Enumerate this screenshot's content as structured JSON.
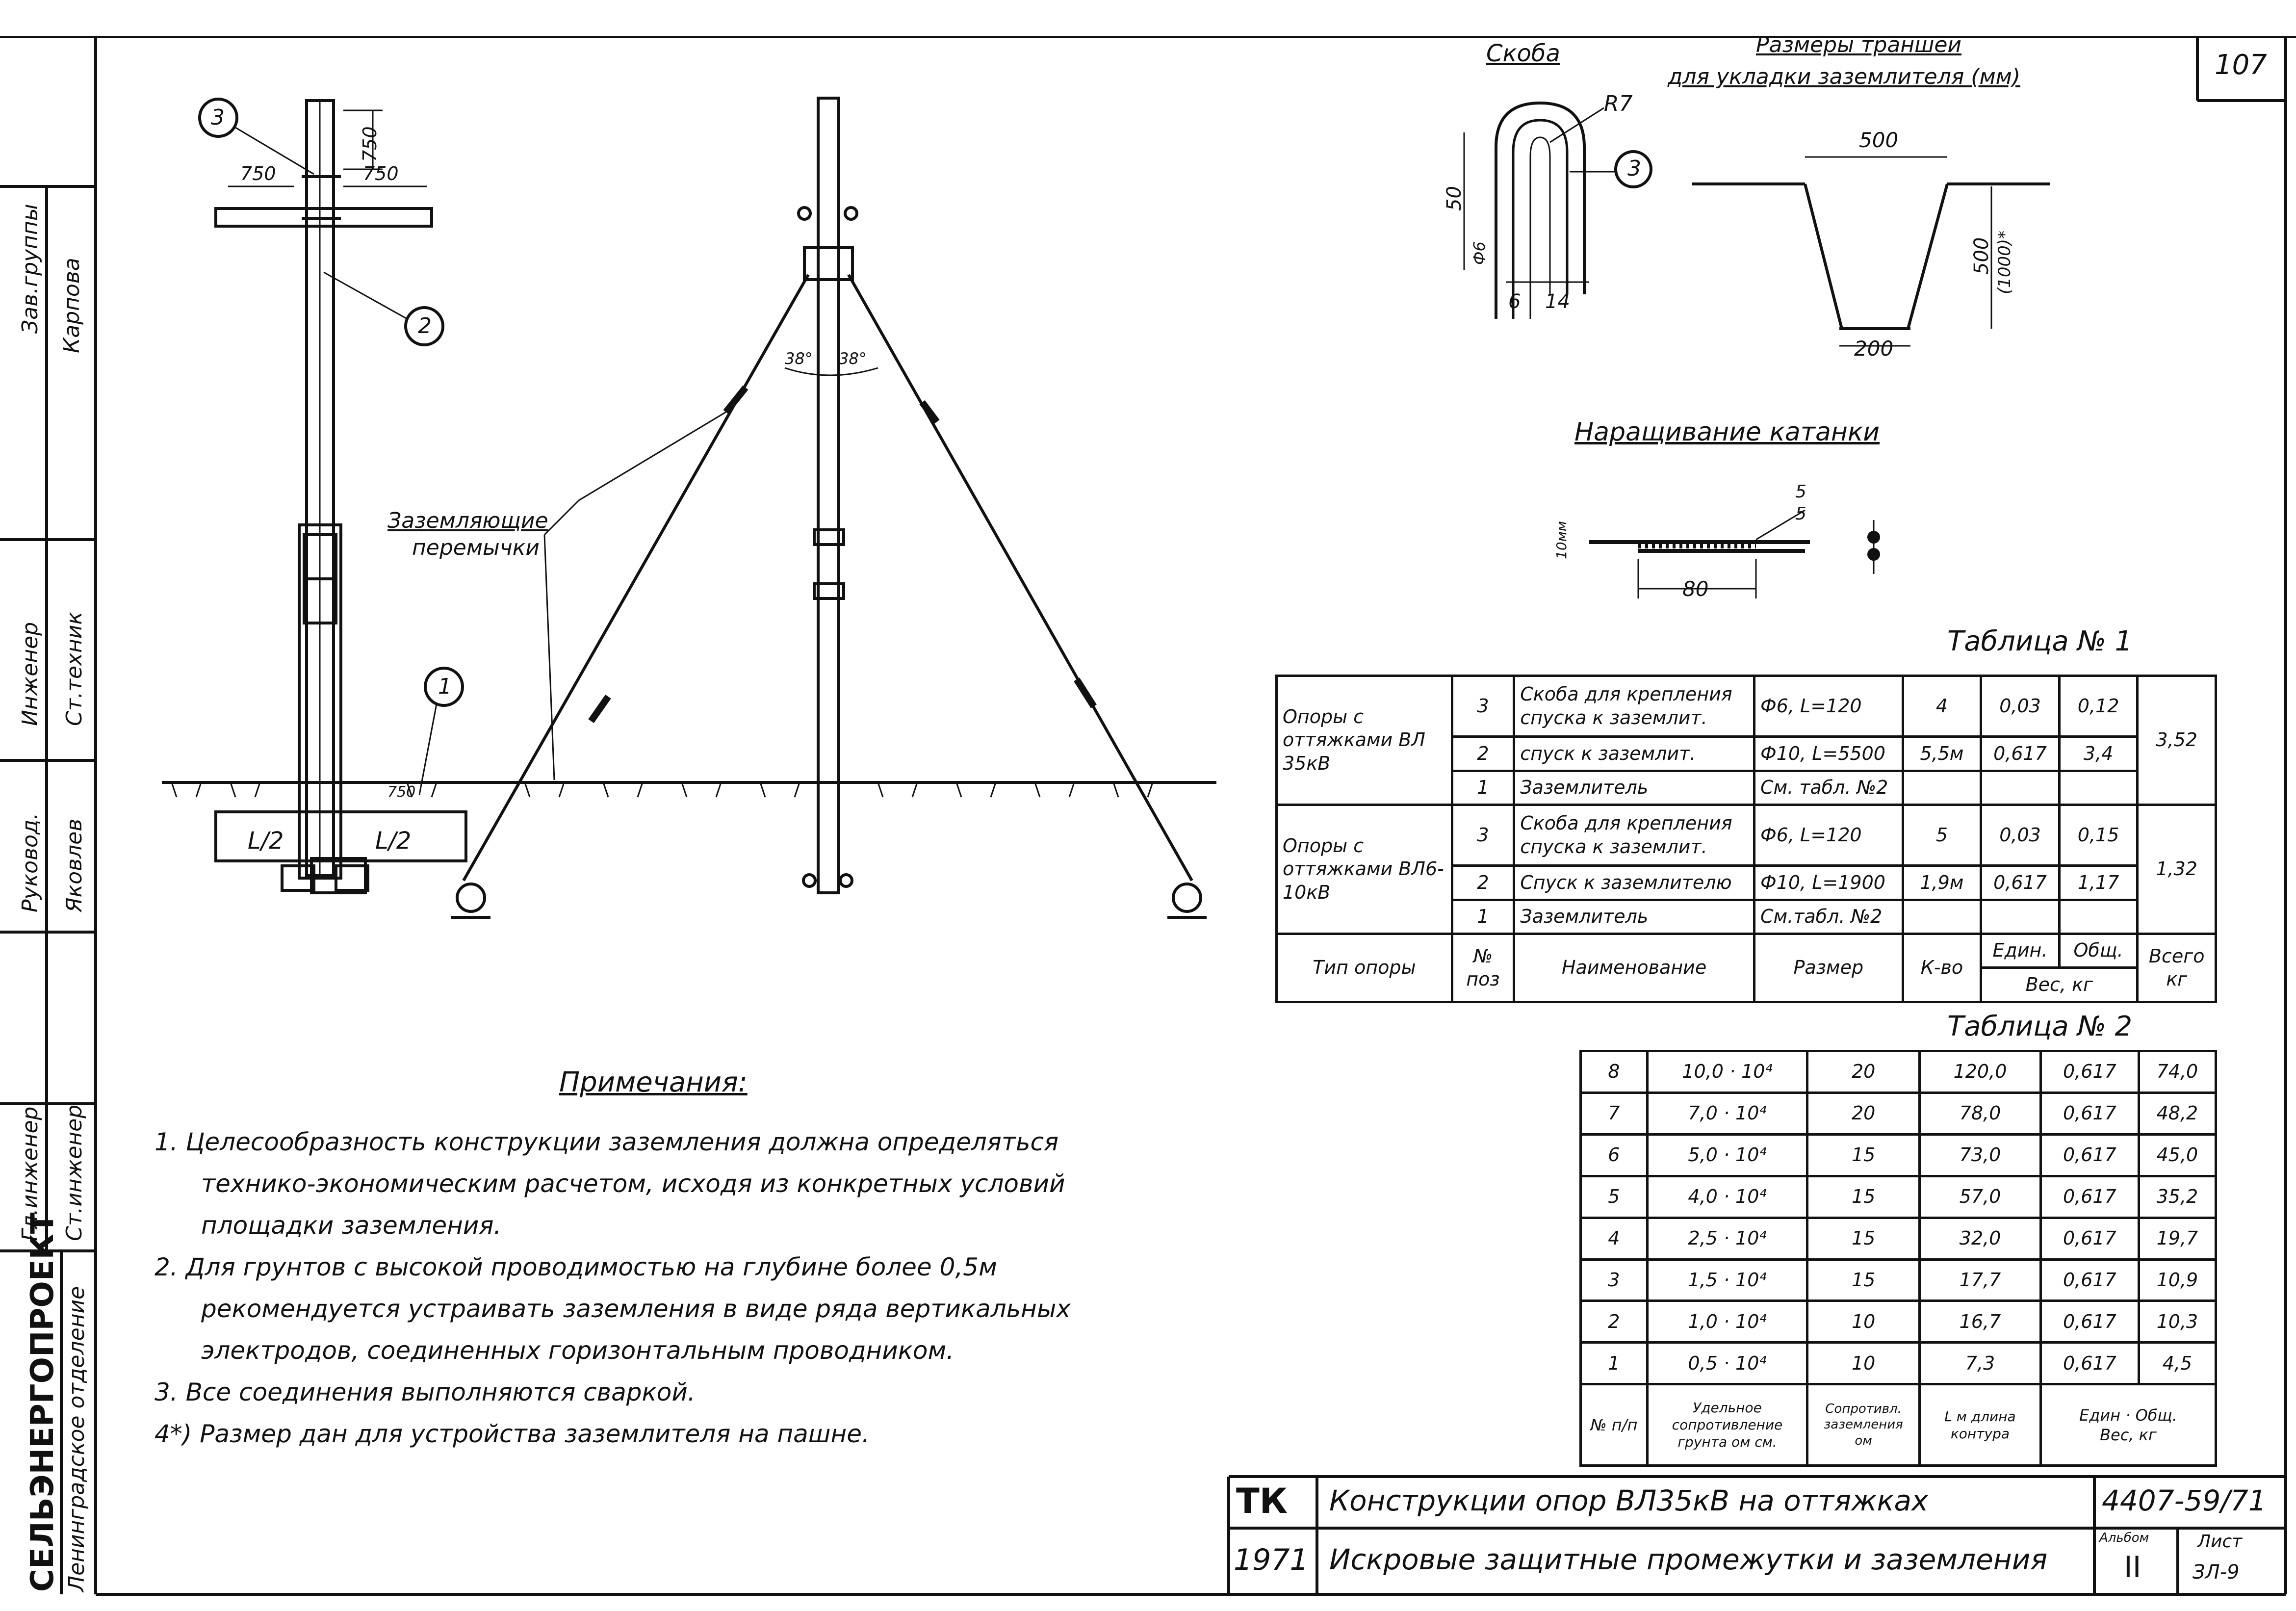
{
  "sheet_number": "107",
  "side_block": {
    "org": "СЕЛЬЭНЕРГОПРОЕКТ",
    "dept": "Ленинградское отделение",
    "roles": [
      "Зав.группы",
      "Инженер",
      "Руковод.",
      "Гл.инженер"
    ],
    "roles_b": [
      "Ст.техник",
      "Ст.инженер"
    ],
    "names": [
      "Карпова",
      "Яковлев"
    ]
  },
  "left_drawing": {
    "callout_3": "3",
    "callout_2": "2",
    "callout_1": "1",
    "dim_750_top": "750",
    "dim_750_left": "750",
    "dim_750_right": "750",
    "dim_750_ground": "750",
    "dim_l2_left": "L/2",
    "dim_l2_right": "L/2",
    "jumpers_label": [
      "Заземляющие",
      "перемычки"
    ]
  },
  "center_drawing": {
    "angle_left": "38°",
    "angle_right": "38°"
  },
  "bracket": {
    "title": "Скоба",
    "radius": "R7",
    "callout": "3",
    "dim_height": "50",
    "dim_6": "6",
    "dim_14": "14",
    "dim_small": "Ф6"
  },
  "trench": {
    "title_line1": "Размеры траншеи",
    "title_line2": "для укладки заземлителя (мм)",
    "top_width": "500",
    "depth": "500",
    "depth_alt": "(1000)*",
    "bottom_width": "200"
  },
  "extension": {
    "title": "Наращивание катанки",
    "dim_10": "10мм",
    "dim_80": "80",
    "dim_5a": "5",
    "dim_5b": "5"
  },
  "table1": {
    "title": "Таблица № 1",
    "rows": [
      {
        "type": "Опоры с оттяжками ВЛ 35кВ",
        "pos": "3",
        "name": "Скоба для крепления спуска к заземлит.",
        "size": "Ф6, L=120",
        "qty": "4",
        "unit": "0,03",
        "total": "0,12",
        "all": "3,52"
      },
      {
        "type": "",
        "pos": "2",
        "name": "спуск к заземлит.",
        "size": "Ф10, L=5500",
        "qty": "5,5м",
        "unit": "0,617",
        "total": "3,4",
        "all": ""
      },
      {
        "type": "",
        "pos": "1",
        "name": "Заземлитель",
        "size": "См. табл. №2",
        "qty": "",
        "unit": "",
        "total": "",
        "all": ""
      },
      {
        "type": "Опоры с оттяжками ВЛ6-10кВ",
        "pos": "3",
        "name": "Скоба для крепления спуска к заземлит.",
        "size": "Ф6, L=120",
        "qty": "5",
        "unit": "0,03",
        "total": "0,15",
        "all": "1,32"
      },
      {
        "type": "",
        "pos": "2",
        "name": "Спуск к заземлителю",
        "size": "Ф10, L=1900",
        "qty": "1,9м",
        "unit": "0,617",
        "total": "1,17",
        "all": ""
      },
      {
        "type": "",
        "pos": "1",
        "name": "Заземлитель",
        "size": "См.табл. №2",
        "qty": "",
        "unit": "",
        "total": "",
        "all": ""
      }
    ],
    "head": {
      "type": "Тип опоры",
      "pos": "№ поз",
      "name": "Наименование",
      "size": "Размер",
      "qty": "К-во",
      "unit": "Един.",
      "total": "Общ.",
      "weight": "Вес, кг",
      "all": "Всего кг"
    }
  },
  "table2": {
    "title": "Таблица № 2",
    "rows": [
      {
        "n": "8",
        "rho": "10,0 · 10⁴",
        "r": "20",
        "l": "120,0",
        "unit": "0,617",
        "total": "74,0"
      },
      {
        "n": "7",
        "rho": "7,0 · 10⁴",
        "r": "20",
        "l": "78,0",
        "unit": "0,617",
        "total": "48,2"
      },
      {
        "n": "6",
        "rho": "5,0 · 10⁴",
        "r": "15",
        "l": "73,0",
        "unit": "0,617",
        "total": "45,0"
      },
      {
        "n": "5",
        "rho": "4,0 · 10⁴",
        "r": "15",
        "l": "57,0",
        "unit": "0,617",
        "total": "35,2"
      },
      {
        "n": "4",
        "rho": "2,5 · 10⁴",
        "r": "15",
        "l": "32,0",
        "unit": "0,617",
        "total": "19,7"
      },
      {
        "n": "3",
        "rho": "1,5 · 10⁴",
        "r": "15",
        "l": "17,7",
        "unit": "0,617",
        "total": "10,9"
      },
      {
        "n": "2",
        "rho": "1,0 · 10⁴",
        "r": "10",
        "l": "16,7",
        "unit": "0,617",
        "total": "10,3"
      },
      {
        "n": "1",
        "rho": "0,5 · 10⁴",
        "r": "10",
        "l": "7,3",
        "unit": "0,617",
        "total": "4,5"
      }
    ],
    "head": {
      "n": "№ п/п",
      "rho": "Удельное сопротивление грунта ом см.",
      "r": "Сопротивл. заземления ом",
      "l": "L м длина контура",
      "unit": "Един",
      "total": "Общ.",
      "weight": "Вес, кг"
    }
  },
  "notes": {
    "title": "Примечания:",
    "items": [
      "1. Целесообразность конструкции заземления должна определяться",
      "технико-экономическим расчетом, исходя из конкретных условий",
      "площадки заземления.",
      "2. Для грунтов с высокой проводимостью на глубине более 0,5м",
      "рекомендуется устраивать заземления в виде ряда вертикальных",
      "электродов, соединенных горизонтальным проводником.",
      "3. Все соединения выполняются сваркой.",
      "4*) Размер дан для устройства заземлителя на пашне."
    ]
  },
  "title_block": {
    "tk": "ТК",
    "year": "1971",
    "line1": "Конструкции опор ВЛ35кВ на оттяжках",
    "line2": "Искровые защитные промежутки и заземления",
    "code": "4407-59/71",
    "album_label": "Альбом",
    "album": "II",
    "sheet_label": "Лист",
    "sheet": "ЗЛ-9"
  }
}
